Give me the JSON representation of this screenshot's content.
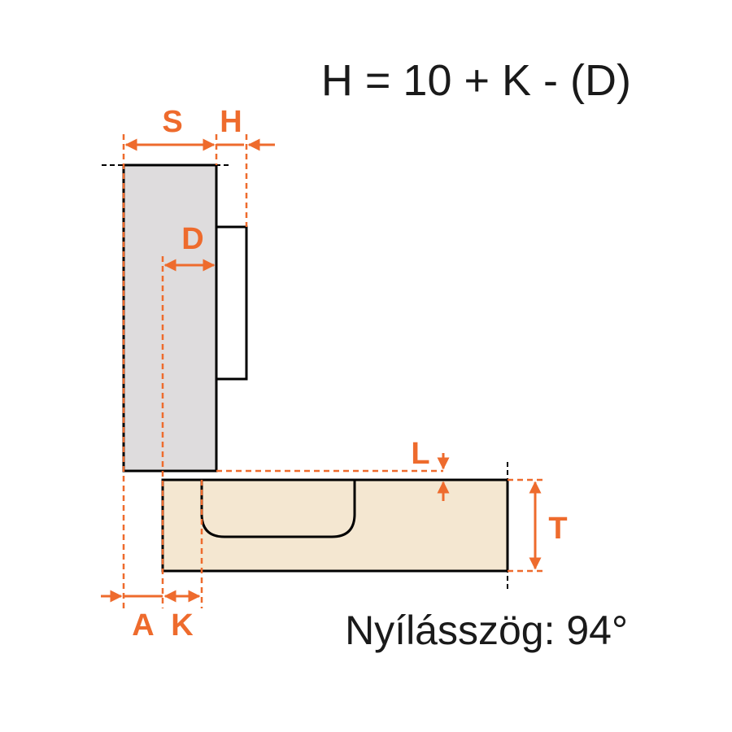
{
  "formula": "H = 10 + K - (D)",
  "opening_angle": "Nyílásszög: 94°",
  "labels": {
    "s": "S",
    "h": "H",
    "d": "D",
    "l": "L",
    "t": "T",
    "a": "A",
    "k": "K"
  },
  "colors": {
    "dimension": "#ee6b2d",
    "door": "#dedcdd",
    "cabinet": "#f4e7d1",
    "outline": "#000000",
    "text": "#1a1a1a"
  }
}
